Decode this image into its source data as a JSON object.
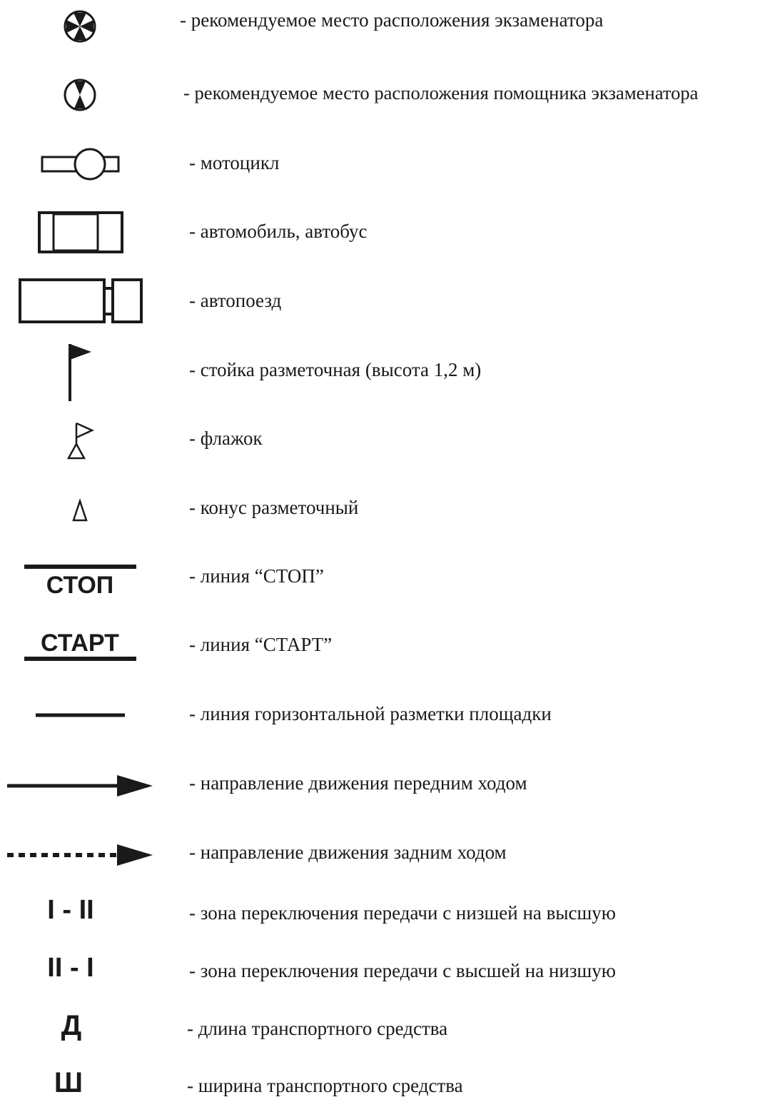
{
  "legend": {
    "items": [
      {
        "icon": "examiner-position-icon",
        "label": "- рекомендуемое место расположения экзаменатора"
      },
      {
        "icon": "assistant-examiner-position-icon",
        "label": "- рекомендуемое место расположения помощника экзаменатора"
      },
      {
        "icon": "motorcycle-icon",
        "label": "- мотоцикл"
      },
      {
        "icon": "car-bus-icon",
        "label": "- автомобиль, автобус"
      },
      {
        "icon": "road-train-icon",
        "label": "- автопоезд"
      },
      {
        "icon": "marker-post-icon",
        "label": "- стойка разметочная (высота 1,2 м)"
      },
      {
        "icon": "flag-icon",
        "label": "- флажок"
      },
      {
        "icon": "marker-cone-icon",
        "label": "- конус разметочный"
      },
      {
        "icon": "stop-line-icon",
        "label": "- линия “СТОП”"
      },
      {
        "icon": "start-line-icon",
        "label": "- линия “СТАРТ”"
      },
      {
        "icon": "marking-line-icon",
        "label": "- линия горизонтальной разметки площадки"
      },
      {
        "icon": "forward-arrow-icon",
        "label": "- направление движения передним ходом"
      },
      {
        "icon": "reverse-arrow-icon",
        "label": "- направление движения задним ходом"
      },
      {
        "icon": "gear-up-zone-icon",
        "label": "- зона переключения передачи с низшей на высшую"
      },
      {
        "icon": "gear-down-zone-icon",
        "label": "- зона переключения передачи с высшей на низшую"
      },
      {
        "icon": "vehicle-length-icon",
        "label": "- длина транспортного средства"
      },
      {
        "icon": "vehicle-width-icon",
        "label": "- ширина транспортного средства"
      }
    ],
    "symbol_texts": {
      "stop": "СТОП",
      "start": "СТАРТ",
      "gear_up": "I - II",
      "gear_down": "II - I",
      "length": "Д",
      "width": "Ш"
    }
  }
}
